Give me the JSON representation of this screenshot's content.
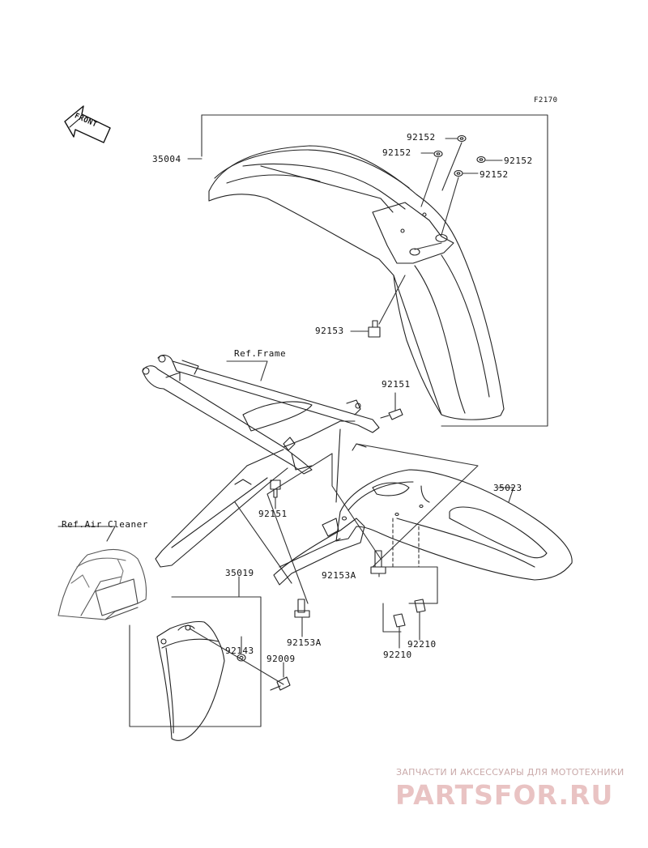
{
  "figure_code": "F2170",
  "front_indicator": "FRONT",
  "part_labels": {
    "p35004": "35004",
    "p92152_a": "92152",
    "p92152_b": "92152",
    "p92152_c": "92152",
    "p92152_d": "92152",
    "p92153": "92153",
    "ref_frame": "Ref.Frame",
    "p92151_a": "92151",
    "p92151_b": "92151",
    "p35023": "35023",
    "ref_air_cleaner": "Ref.Air Cleaner",
    "p35019": "35019",
    "p92153a_a": "92153A",
    "p92153a_b": "92153A",
    "p92143": "92143",
    "p92009": "92009",
    "p92210_a": "92210",
    "p92210_b": "92210"
  },
  "watermark": {
    "tagline": "ЗАПЧАСТИ И АКСЕССУАРЫ ДЛЯ МОТОТЕХНИКИ",
    "logo": "PARTSFOR.RU"
  }
}
